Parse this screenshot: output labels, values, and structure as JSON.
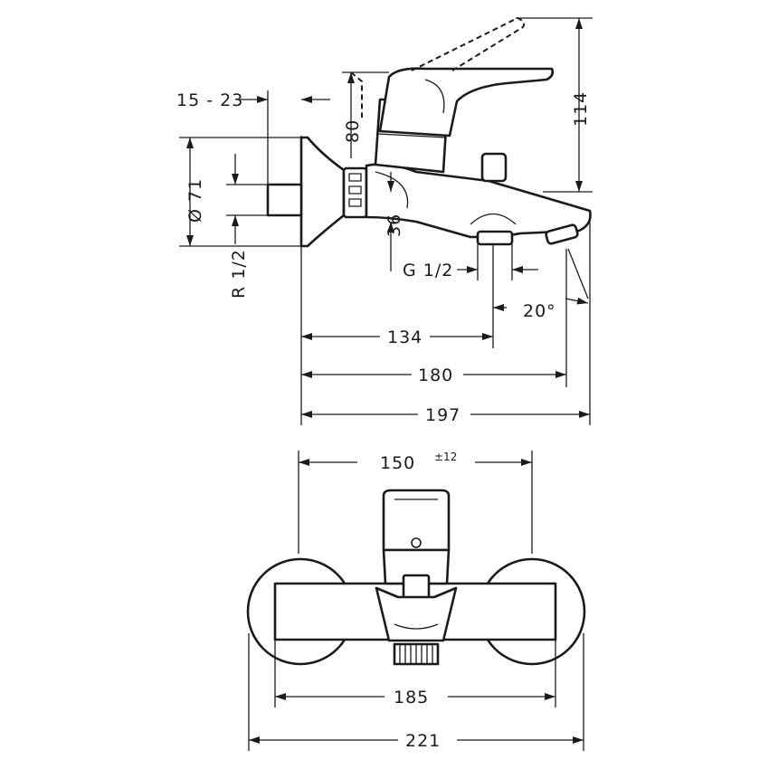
{
  "side_view": {
    "dims": {
      "d15_23": "15 - 23",
      "d80": "80",
      "d114": "114",
      "d71": "Ø 71",
      "r12": "R 1/2",
      "d36": "36",
      "g12": "G 1/2",
      "d20": "20°",
      "d134": "134",
      "d180": "180",
      "d197": "197"
    }
  },
  "front_view": {
    "dims": {
      "d150": "150",
      "d150_tol": "±12",
      "d185": "185",
      "d221": "221"
    }
  }
}
